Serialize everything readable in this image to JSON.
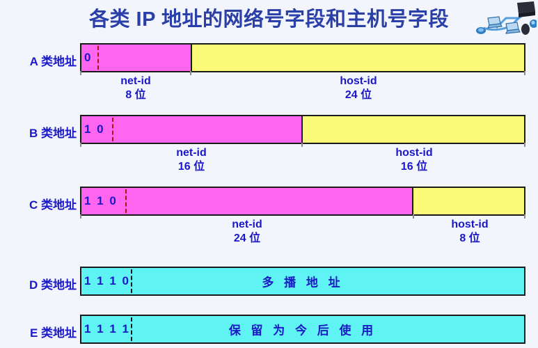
{
  "header": {
    "title": "各类 IP 地址的网络号字段和主机号字段",
    "title_color": "#2b3fa8",
    "clipart": "network-computers-icon"
  },
  "palette": {
    "background": "#f2f5fb",
    "net_id_fill": "#ff66f0",
    "host_id_fill": "#fafa78",
    "special_fill": "#5ff3f3",
    "label_text": "#1a18c8",
    "border": "#1a1a1a",
    "dashed_separator": "#b01515"
  },
  "rows": [
    {
      "label": "A 类地址",
      "prefix": "0",
      "net": {
        "name": "net-id",
        "bits": "8 位"
      },
      "host": {
        "name": "host-id",
        "bits": "24 位"
      },
      "split_pct": 25
    },
    {
      "label": "B 类地址",
      "prefix": "1 0",
      "net": {
        "name": "net-id",
        "bits": "16 位"
      },
      "host": {
        "name": "host-id",
        "bits": "16 位"
      },
      "split_pct": 50
    },
    {
      "label": "C 类地址",
      "prefix": "1 1 0",
      "net": {
        "name": "net-id",
        "bits": "24 位"
      },
      "host": {
        "name": "host-id",
        "bits": "8 位"
      },
      "split_pct": 75
    },
    {
      "label": "D 类地址",
      "prefix": "1 1 1 0",
      "content": "多 播 地 址"
    },
    {
      "label": "E 类地址",
      "prefix": "1 1 1 1",
      "content": "保 留 为 今 后 使 用"
    }
  ]
}
